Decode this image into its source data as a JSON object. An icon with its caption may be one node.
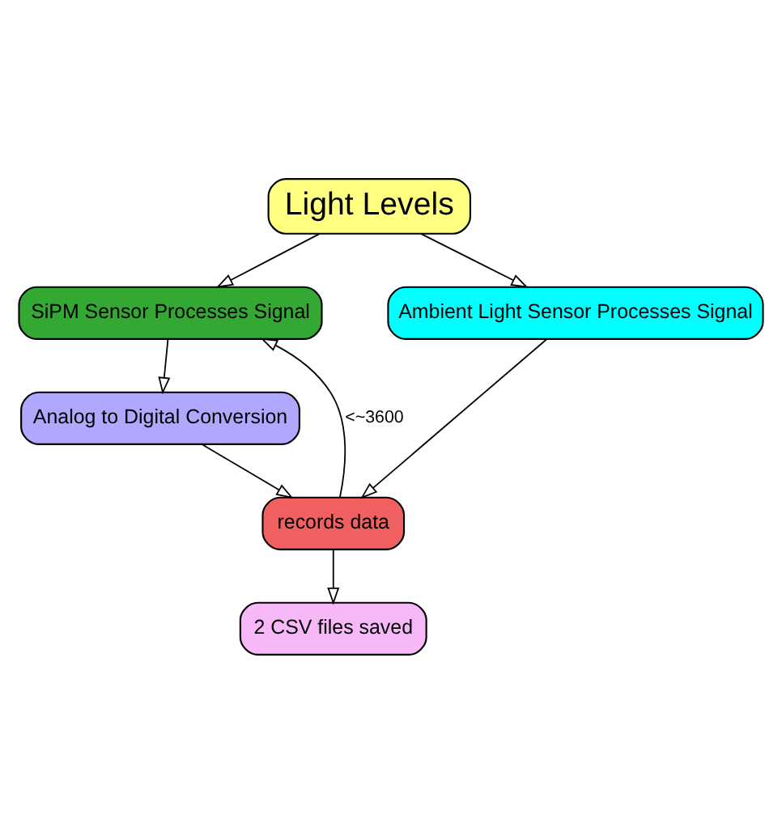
{
  "diagram": {
    "nodes": [
      {
        "text": [
          "Light Levels"
        ]
      },
      {
        "text": [
          "SiPM Sensor Processes Signal"
        ]
      },
      {
        "text": [
          "Ambient Light Sensor Processes Signal"
        ]
      },
      {
        "text": [
          "Analog to Digital Conversion"
        ]
      },
      {
        "text": [
          "records data"
        ]
      },
      {
        "text": [
          "2 CSV files saved"
        ]
      }
    ],
    "edges": [
      {
        "from": 0,
        "to": 1,
        "arrow": "to"
      },
      {
        "from": 0,
        "to": 2,
        "arrow": "to"
      },
      {
        "from": 1,
        "to": 3,
        "arrow": "to"
      },
      {
        "from": 3,
        "to": 4,
        "arrow": "to"
      },
      {
        "from": 2,
        "to": 4,
        "arrow": "to"
      },
      {
        "from": 4,
        "to": 1,
        "arrow": "to",
        "label": "<~3600"
      },
      {
        "from": 4,
        "to": 5,
        "arrow": "to"
      }
    ]
  }
}
